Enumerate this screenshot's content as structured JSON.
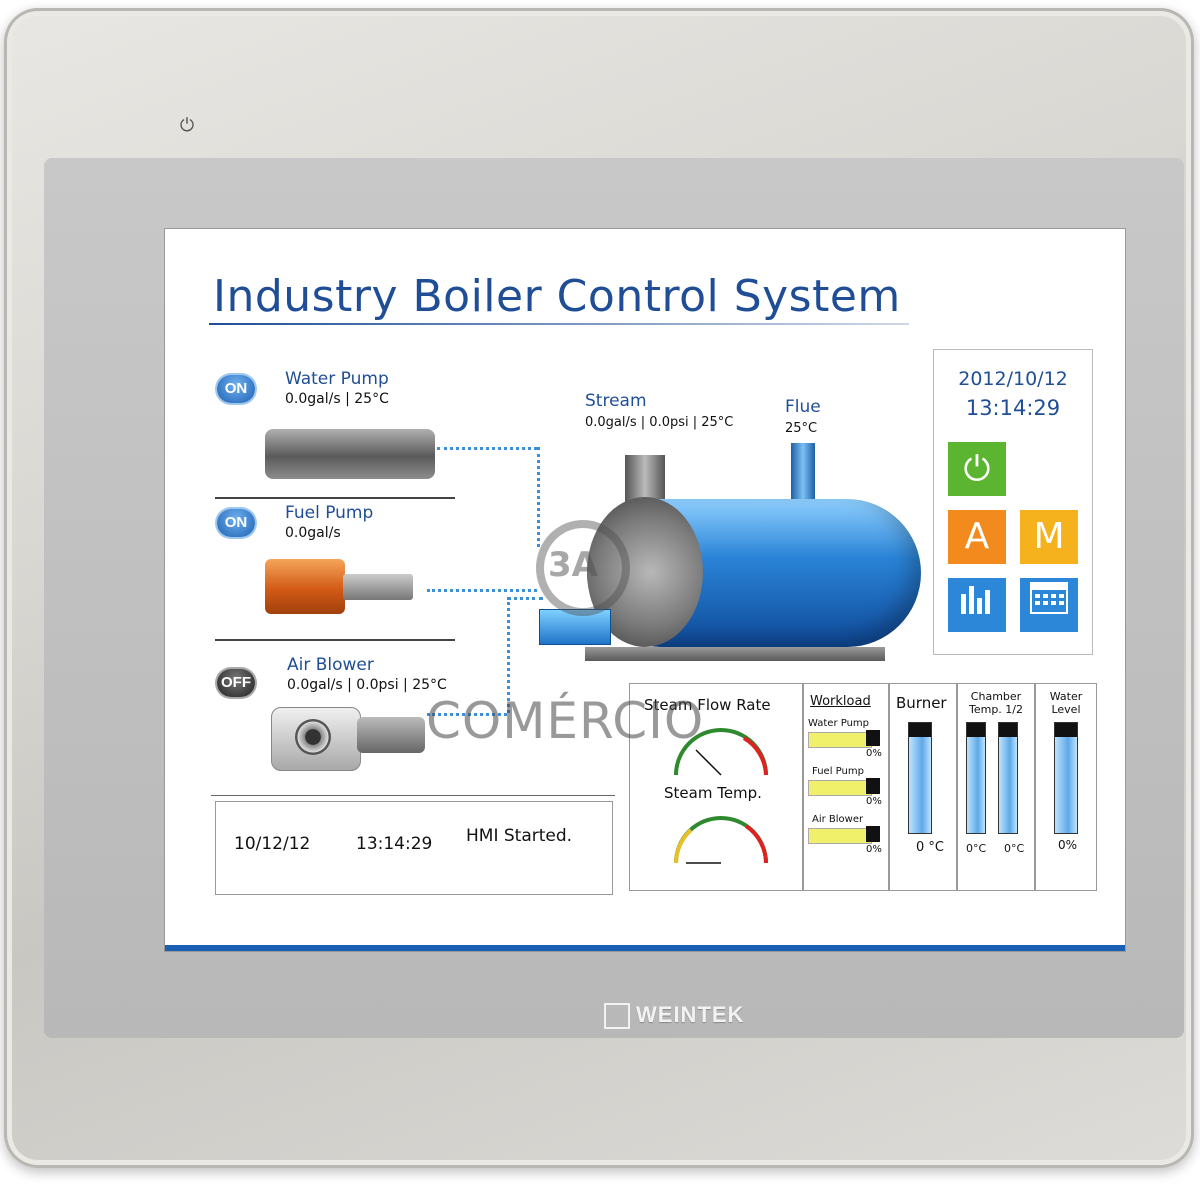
{
  "device": {
    "brand": "WEINTEK"
  },
  "screen": {
    "title": "Industry Boiler Control System",
    "devices": [
      {
        "button": "ON",
        "name": "Water Pump",
        "reading": "0.0gal/s | 25°C"
      },
      {
        "button": "ON",
        "name": "Fuel Pump",
        "reading": "0.0gal/s"
      },
      {
        "button": "OFF",
        "name": "Air Blower",
        "reading": "0.0gal/s | 0.0psi | 25°C"
      }
    ],
    "stream": {
      "name": "Stream",
      "reading": "0.0gal/s | 0.0psi | 25°C"
    },
    "flue": {
      "name": "Flue",
      "reading": "25°C"
    },
    "clock": {
      "date": "2012/10/12",
      "time": "13:14:29"
    },
    "tiles": {
      "power_icon": "power-icon",
      "auto_label": "A",
      "manual_label": "M",
      "chart_icon": "bar-chart-icon",
      "calendar_icon": "calendar-icon",
      "colors": {
        "power": "#5cb531",
        "auto": "#f28a1e",
        "manual": "#f5b21c",
        "chart": "#2c87d8",
        "calendar": "#2c87d8"
      }
    },
    "log": {
      "date": "10/12/12",
      "time": "13:14:29",
      "message": "HMI Started."
    },
    "gauges": {
      "flow_title": "Steam Flow Rate",
      "temp_title": "Steam Temp."
    },
    "workload": {
      "title": "Workload",
      "items": [
        {
          "label": "Water Pump",
          "value": "0%"
        },
        {
          "label": "Fuel Pump",
          "value": "0%"
        },
        {
          "label": "Air Blower",
          "value": "0%"
        }
      ]
    },
    "burner": {
      "title": "Burner",
      "value": "0 °C",
      "level": 0.9
    },
    "chamber": {
      "title": "Chamber Temp. 1/2",
      "value1": "0°C",
      "value2": "0°C",
      "level": 0.9
    },
    "water": {
      "title": "Water Level",
      "value": "0%",
      "level": 0.9
    }
  },
  "watermark": {
    "text": "COMÉRCIO",
    "badge": "3A"
  }
}
